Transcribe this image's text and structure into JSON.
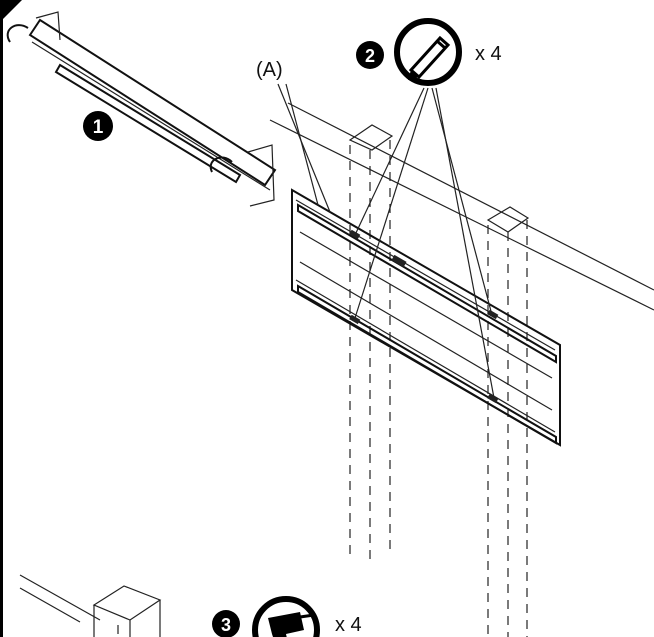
{
  "steps": [
    {
      "number": "1"
    },
    {
      "number": "2",
      "quantity": "x 4",
      "tool_icon": "pencil-icon"
    },
    {
      "number": "3",
      "quantity": "x 4",
      "tool_icon": "drill-icon"
    }
  ],
  "callout": "(A)",
  "colors": {
    "ink": "#111111",
    "paper": "#ffffff"
  }
}
